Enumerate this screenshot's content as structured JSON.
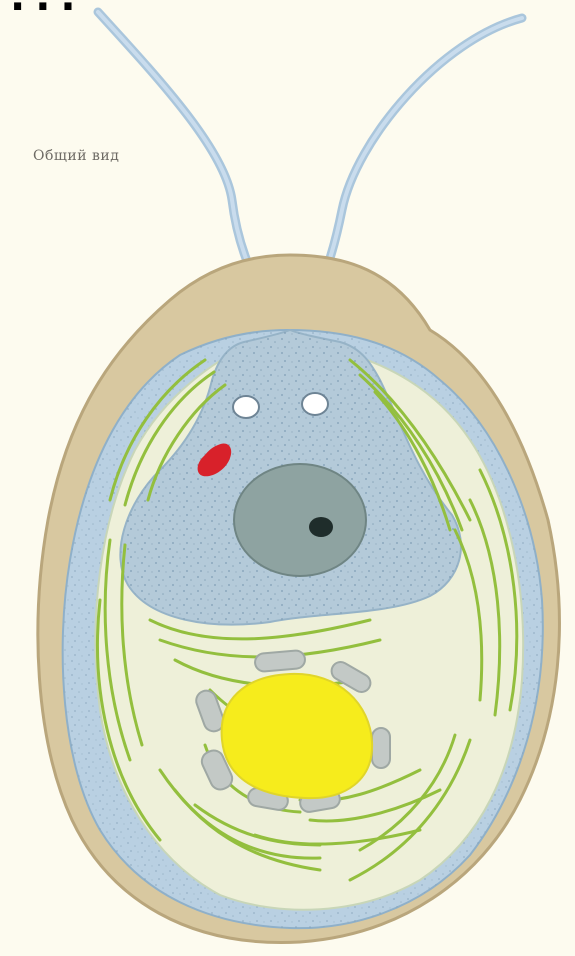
{
  "page": {
    "heading_fragment": "...",
    "caption": "Общий вид"
  },
  "colors": {
    "paper": "#fdfbef",
    "cell_wall": "#d9c9a3",
    "cytoplasm": "#dde7e8",
    "membrane": "#b7cfe0",
    "stippled_plasm": "#a9c2d4",
    "nucleus": "#8fa6a6",
    "nucleolus": "#22302e",
    "chloroplast": "#8fbd3d",
    "pyrenoid": "#f4ea22",
    "starch": "#bfc5c4",
    "eyespot": "#d8222a",
    "flagella": "#b3cde1"
  },
  "icons": [
    "flagellum",
    "cell-wall",
    "chloroplast",
    "nucleus",
    "nucleolus",
    "contractile-vacuole",
    "eyespot",
    "pyrenoid",
    "starch-grain"
  ]
}
